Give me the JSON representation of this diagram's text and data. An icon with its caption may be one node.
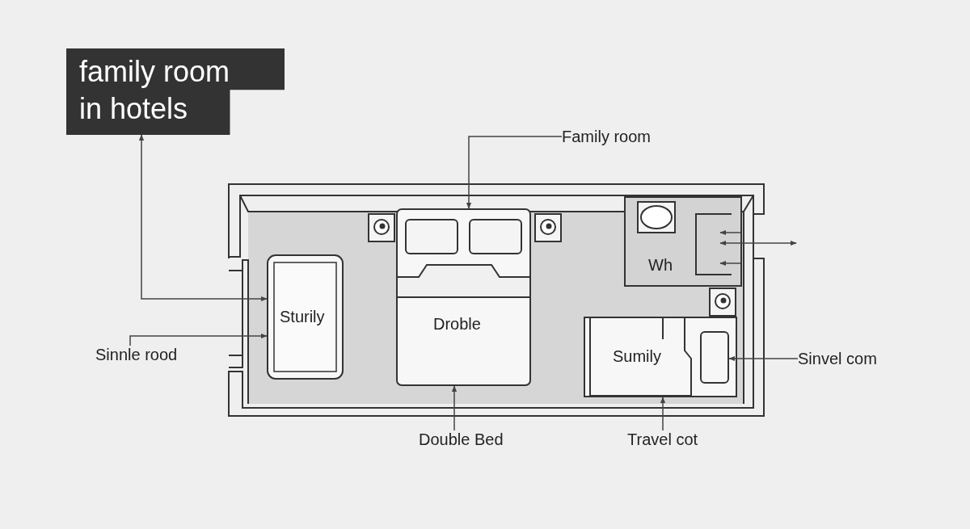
{
  "diagram": {
    "nodes": [
      {
        "text": [
          "family room in hotels"
        ]
      },
      {
        "text": [
          "Family room"
        ]
      },
      {
        "text": [
          "Sinnle rood"
        ]
      },
      {
        "text": [
          "Double Bed"
        ]
      },
      {
        "text": [
          "Travel cot"
        ]
      },
      {
        "text": [
          "Sinvel com"
        ]
      },
      {
        "text": [
          "Sturily"
        ]
      },
      {
        "text": [
          "Droble"
        ]
      },
      {
        "text": [
          "Wh"
        ]
      },
      {
        "text": [
          "Sumily"
        ]
      },
      {
        "text": [],
        "shape": "box",
        "in": 9
      }
    ],
    "edges": [
      {
        "from": 0,
        "to": 6,
        "arrow": "both"
      },
      {
        "from": 2,
        "to": 6,
        "arrow": "to"
      },
      {
        "from": 1,
        "to": 7,
        "arrow": "to"
      },
      {
        "from": 3,
        "to": 7,
        "arrow": "to"
      },
      {
        "from": 4,
        "to": 9,
        "arrow": "to"
      },
      {
        "from": 5,
        "to": 10,
        "arrow": "to"
      }
    ]
  }
}
